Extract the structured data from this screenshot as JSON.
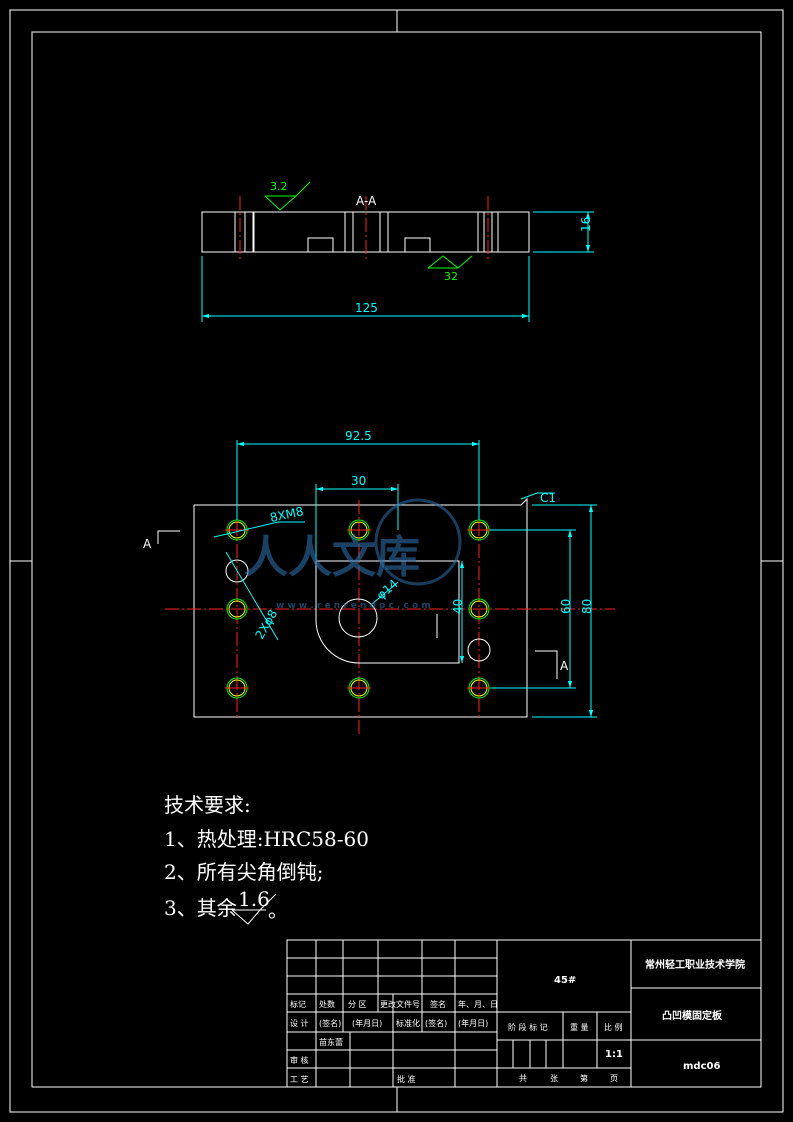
{
  "section_view": {
    "label": "A-A",
    "roughness_top": "3.2",
    "roughness_bottom": "32",
    "dim_width": "125",
    "dim_height": "16"
  },
  "plan_view": {
    "dim_hole_span": "92.5",
    "dim_slot_width": "30",
    "chamfer": "C1",
    "thread_holes": "8XM8",
    "pin_holes": "2Xφ8",
    "bore_dia": "φ14",
    "dim_slot_depth": "40",
    "dim_60": "60",
    "dim_80": "80",
    "section_mark_left": "A",
    "section_mark_right": "A"
  },
  "tech_req": {
    "title": "技术要求:",
    "line1": "1、热处理:HRC58-60",
    "line2": "2、所有尖角倒钝;",
    "line3_prefix": "3、其余",
    "line3_roughness": "1.6",
    "line3_suffix": "。"
  },
  "title_block": {
    "material": "45#",
    "school": "常州轻工职业技术学院",
    "part_name": "凸凹模固定板",
    "drawing_no": "mdc06",
    "scale": "1:1",
    "designer": "苗东蕾",
    "row_headers": [
      "标记",
      "处数",
      "分 区",
      "更改文件号",
      "签名",
      "年、月、日"
    ],
    "design_label": "设 计",
    "design_sig": "(签名)",
    "design_date": "(年月日)",
    "std_label": "标准化",
    "std_sig": "(签名)",
    "std_date": "(年月日)",
    "stage_headers": [
      "阶 段 标 记",
      "重 量",
      "比 例"
    ],
    "review_label": "审 核",
    "process_label": "工 艺",
    "approve_label": "批 准",
    "sheet_labels": [
      "共",
      "张",
      "第",
      "页"
    ]
  },
  "watermark": {
    "text": "人人文库",
    "url": "w w w . r e n r e n d o c . c o m"
  }
}
